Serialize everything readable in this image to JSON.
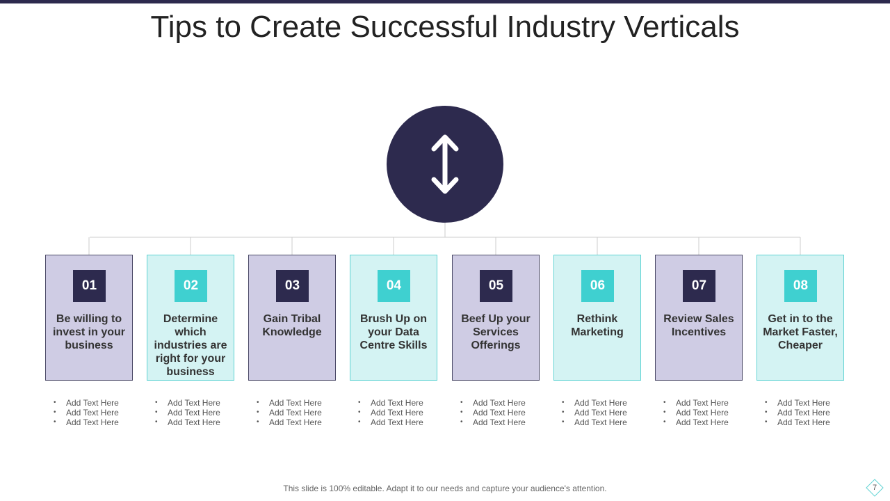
{
  "title": "Tips to Create Successful Industry Verticals",
  "hub_icon": "vertical-double-arrow-icon",
  "colors": {
    "dark": "#2d2a4e",
    "purple_light": "#cfcce4",
    "teal": "#3fd0d0",
    "teal_light": "#d4f3f3"
  },
  "cards": [
    {
      "num": "01",
      "label": "Be willing to invest in your business",
      "style": "purple",
      "bullets": [
        "Add Text Here",
        "Add Text Here",
        "Add Text Here"
      ]
    },
    {
      "num": "02",
      "label": "Determine which industries are right for your business",
      "style": "teal",
      "bullets": [
        "Add Text Here",
        "Add Text Here",
        "Add Text Here"
      ]
    },
    {
      "num": "03",
      "label": "Gain Tribal Knowledge",
      "style": "purple",
      "bullets": [
        "Add Text Here",
        "Add Text Here",
        "Add Text Here"
      ]
    },
    {
      "num": "04",
      "label": "Brush Up on your Data Centre Skills",
      "style": "teal",
      "bullets": [
        "Add Text Here",
        "Add Text Here",
        "Add Text Here"
      ]
    },
    {
      "num": "05",
      "label": "Beef Up your Services Offerings",
      "style": "purple",
      "bullets": [
        "Add Text Here",
        "Add Text Here",
        "Add Text Here"
      ]
    },
    {
      "num": "06",
      "label": "Rethink Marketing",
      "style": "teal",
      "bullets": [
        "Add Text Here",
        "Add Text Here",
        "Add Text Here"
      ]
    },
    {
      "num": "07",
      "label": "Review Sales Incentives",
      "style": "purple",
      "bullets": [
        "Add Text Here",
        "Add Text Here",
        "Add Text Here"
      ]
    },
    {
      "num": "08",
      "label": "Get in to the Market Faster, Cheaper",
      "style": "teal",
      "bullets": [
        "Add Text Here",
        "Add Text Here",
        "Add Text Here"
      ]
    }
  ],
  "footer": "This slide is 100% editable. Adapt it to our needs and capture your audience's attention.",
  "page_number": "7"
}
